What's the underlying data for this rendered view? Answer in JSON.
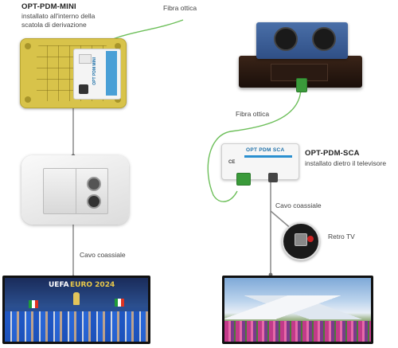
{
  "left": {
    "product": "OPT-PDM-MINI",
    "description_line1": "installato all'interno della",
    "description_line2": "scatola di derivazione",
    "fiber_label": "Fibra ottica",
    "coax_label": "Cavo coassiale",
    "device_brand": "OPT PDM MINI",
    "tv_banner_line1": "UEFA",
    "tv_banner_line2": "EURO 2024"
  },
  "right": {
    "product": "OPT-PDM-SCA",
    "description": "installato dietro il televisore",
    "fiber_label": "Fibra ottica",
    "coax_label": "Cavo coassiale",
    "tv_port_label": "Retro TV",
    "device_brand": "OPT PDM SCA"
  },
  "colors": {
    "fiber_cable": "#6dbf5a",
    "coax_cable": "#808080",
    "box_yellow": "#d8c34a",
    "accent_blue": "#2a8fd0",
    "connector_green": "#3a9a3a"
  }
}
